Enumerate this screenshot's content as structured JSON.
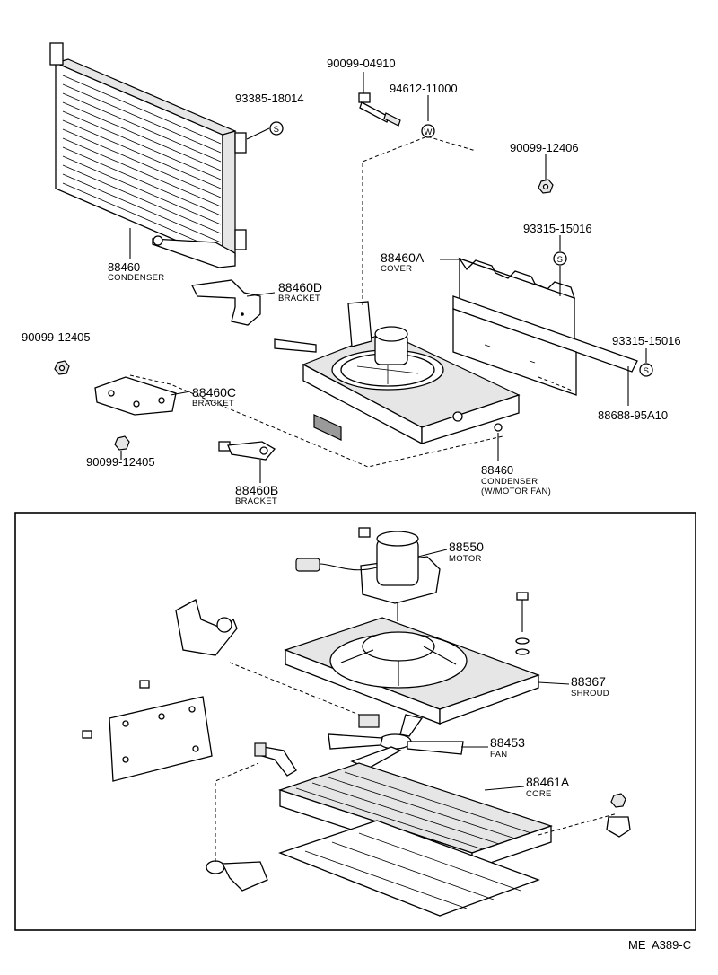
{
  "top": {
    "condenser": {
      "number": "88460",
      "name": "CONDENSER"
    },
    "bolt_04910": {
      "number": "90099-04910"
    },
    "clip_18014": {
      "number": "93385-18014",
      "symbol": "S"
    },
    "washer_11000": {
      "number": "94612-11000",
      "symbol": "W"
    },
    "nut_12406": {
      "number": "90099-12406"
    },
    "cover": {
      "number": "88460A",
      "name": "COVER"
    },
    "clip_15016_a": {
      "number": "93315-15016",
      "symbol": "S"
    },
    "bracket_d": {
      "number": "88460D",
      "name": "BRACKET"
    },
    "nut_12405_a": {
      "number": "90099-12405"
    },
    "clip_15016_b": {
      "number": "93315-15016",
      "symbol": "S"
    },
    "bracket_c": {
      "number": "88460C",
      "name": "BRACKET"
    },
    "strip_95a10": {
      "number": "88688-95A10"
    },
    "nut_12405_b": {
      "number": "90099-12405"
    },
    "bracket_b": {
      "number": "88460B",
      "name": "BRACKET"
    },
    "condenser_fan": {
      "number": "88460",
      "name": "CONDENSER",
      "name2": "(W/MOTOR FAN)"
    }
  },
  "detail": {
    "motor": {
      "number": "88550",
      "name": "MOTOR"
    },
    "shroud": {
      "number": "88367",
      "name": "SHROUD"
    },
    "fan": {
      "number": "88453",
      "name": "FAN"
    },
    "core": {
      "number": "88461A",
      "name": "CORE"
    }
  },
  "footer": {
    "code": "ME  A389-C"
  }
}
